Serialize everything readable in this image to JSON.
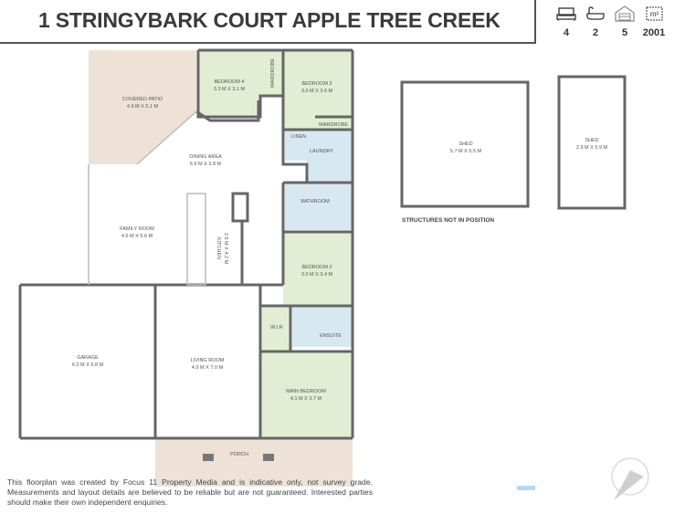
{
  "header": {
    "title": "1 STRINGYBARK COURT APPLE TREE CREEK"
  },
  "stats": [
    {
      "icon": "bed-icon",
      "value": "4"
    },
    {
      "icon": "bath-icon",
      "value": "2"
    },
    {
      "icon": "garage-icon",
      "value": "5"
    },
    {
      "icon": "area-icon",
      "label": "m²",
      "value": "2001"
    }
  ],
  "rooms": {
    "covered_patio": {
      "name": "COVERED PATIO",
      "size": "4.9 M X 5.1 M"
    },
    "bedroom4": {
      "name": "BEDROOM 4",
      "size": "3.3 M X 3.1 M"
    },
    "wardrobe1": {
      "name": "WARDROBE"
    },
    "bedroom3": {
      "name": "BEDROOM 3",
      "size": "3.0 M X 3.6 M"
    },
    "wardrobe2": {
      "name": "WARDROBE"
    },
    "linen": {
      "name": "LINEN"
    },
    "laundry": {
      "name": "LAUNDRY"
    },
    "dining": {
      "name": "DINING AREA",
      "size": "5.6 M X 3.8 M"
    },
    "bathroom": {
      "name": "BATHROOM"
    },
    "family": {
      "name": "FAMILY ROOM",
      "size": "4.6 M X 5.6 M"
    },
    "kitchen": {
      "name": "KITCHEN",
      "size": "2.6 M X 4.2 M"
    },
    "bedroom2": {
      "name": "BEDROOM 2",
      "size": "3.0 M X 3.4 M"
    },
    "wir": {
      "name": "W.I.R"
    },
    "ensuite": {
      "name": "ENSUITE"
    },
    "garage": {
      "name": "GARAGE",
      "size": "6.0 M X 6.8 M"
    },
    "living": {
      "name": "LIVING ROOM",
      "size": "4.9 M X 7.0 M"
    },
    "main_bedroom": {
      "name": "MAIN BEDROOM",
      "size": "4.1 M X 3.7 M"
    },
    "porch": {
      "name": "PORCH"
    },
    "shed1": {
      "name": "SHED",
      "size": "5.7 M X 5.5 M"
    },
    "shed2": {
      "name": "SHED",
      "size": "2.9 M X 5.9 M"
    }
  },
  "structures_note": "STRUCTURES NOT IN POSITION",
  "disclaimer": "This floorplan was created by Focus 11 Property Media and is indicative only, not survey grade. Measurements and layout details are believed to be reliable but are not guaranteed. Interested parties should make their own independent enquiries.",
  "colors": {
    "bedroom": "#e3edd3",
    "wet": "#d8e8f1",
    "outdoor": "#eee2d6",
    "wall": "#666666",
    "accent": "#1a9ad6"
  }
}
